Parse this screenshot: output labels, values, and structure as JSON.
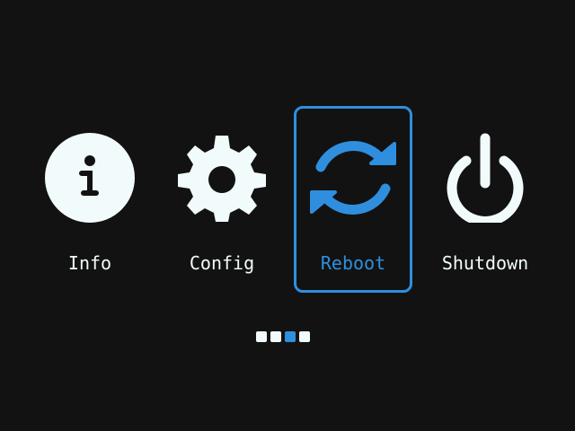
{
  "colors": {
    "background": "#121212",
    "icon": "#f2fbfb",
    "accent": "#2f8fde"
  },
  "menu": {
    "selected_index": 2,
    "items": [
      {
        "label": "Info",
        "icon": "info-icon"
      },
      {
        "label": "Config",
        "icon": "gear-icon"
      },
      {
        "label": "Reboot",
        "icon": "refresh-icon"
      },
      {
        "label": "Shutdown",
        "icon": "power-icon"
      }
    ]
  },
  "pager": {
    "count": 4,
    "current": 2
  }
}
